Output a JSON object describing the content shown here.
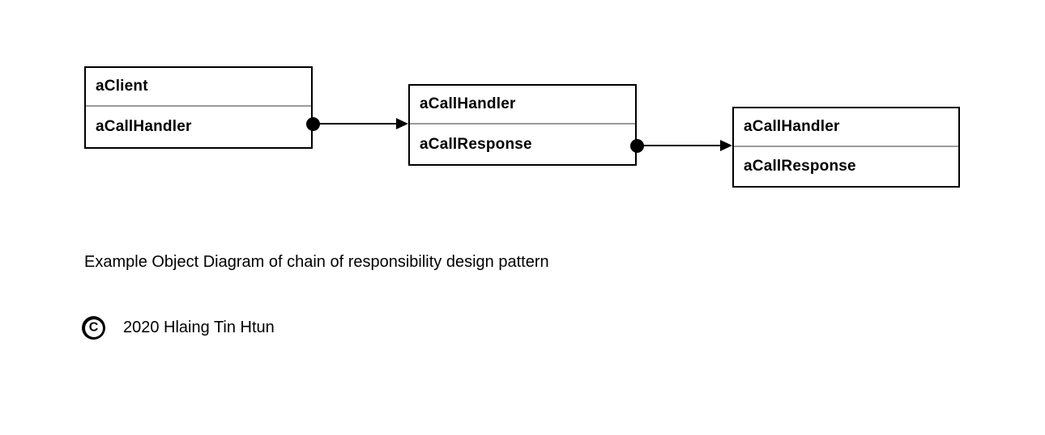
{
  "diagram": {
    "boxes": [
      {
        "id": "client-object",
        "rows": [
          "aClient",
          "aCallHandler"
        ]
      },
      {
        "id": "handler-object-1",
        "rows": [
          "aCallHandler",
          "aCallResponse"
        ]
      },
      {
        "id": "handler-object-2",
        "rows": [
          "aCallHandler",
          "aCallResponse"
        ]
      }
    ],
    "connectors": [
      {
        "from": "client-object.aCallHandler",
        "to": "handler-object-1",
        "style": "ball-and-arrow"
      },
      {
        "from": "handler-object-1.aCallResponse",
        "to": "handler-object-2",
        "style": "ball-and-arrow"
      }
    ],
    "caption": "Example Object Diagram of chain of responsibility design pattern"
  },
  "copyright": {
    "symbol": "C",
    "text": "2020 Hlaing Tin Htun"
  },
  "colors": {
    "background": "#ffffff",
    "box_border": "#000000",
    "row_divider": "#9a9a9a",
    "connector": "#000000",
    "text": "#000000"
  }
}
